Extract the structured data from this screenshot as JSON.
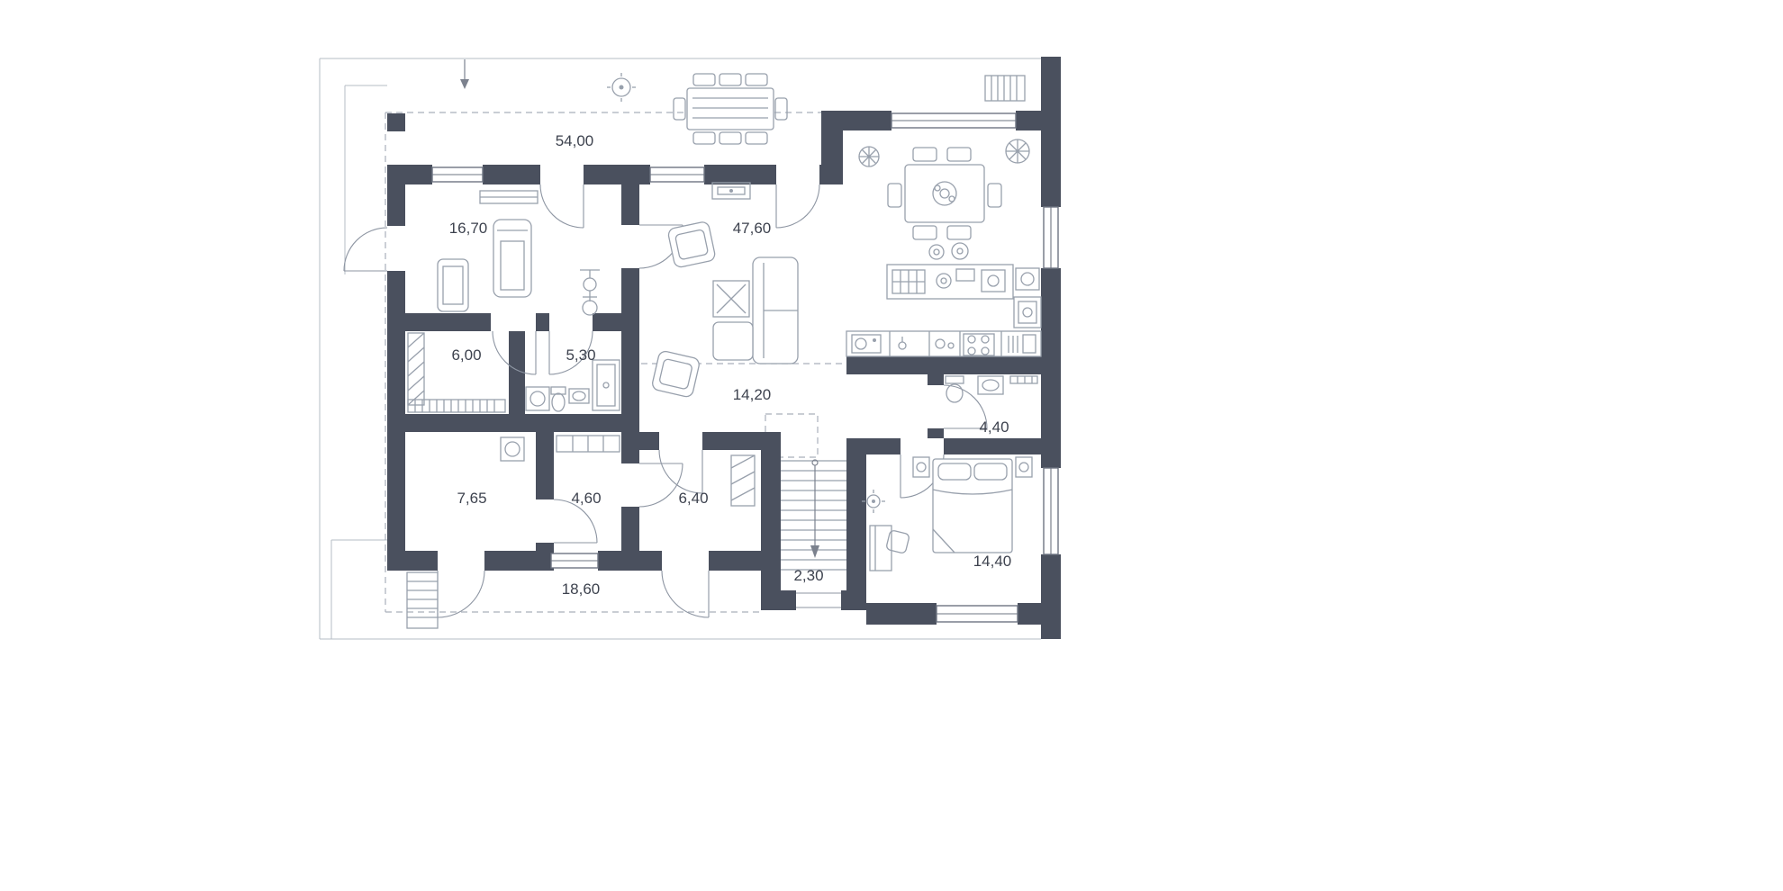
{
  "app": {
    "type": "architectural-floor-plan",
    "background": "#ffffff"
  },
  "colors": {
    "walls": "#4a505e",
    "furniture_lines": "#98a0ac",
    "dashed_lines": "#a9afba",
    "outline": "#b6bcc4",
    "labels": "#3d424e"
  },
  "rooms": [
    {
      "name": "terrace-top",
      "area": "54,00"
    },
    {
      "name": "gym",
      "area": "16,70"
    },
    {
      "name": "living-dining-kitchen",
      "area": "47,60"
    },
    {
      "name": "wardrobe",
      "area": "6,00"
    },
    {
      "name": "bathroom",
      "area": "5,30"
    },
    {
      "name": "hall",
      "area": "14,20"
    },
    {
      "name": "ensuite-bathroom",
      "area": "4,40"
    },
    {
      "name": "utility-room",
      "area": "7,65"
    },
    {
      "name": "corridor",
      "area": "4,60"
    },
    {
      "name": "entrance-hall",
      "area": "6,40"
    },
    {
      "name": "entry-porch",
      "area": "2,30"
    },
    {
      "name": "terrace-bottom",
      "area": "18,60"
    },
    {
      "name": "bedroom",
      "area": "14,40"
    }
  ]
}
